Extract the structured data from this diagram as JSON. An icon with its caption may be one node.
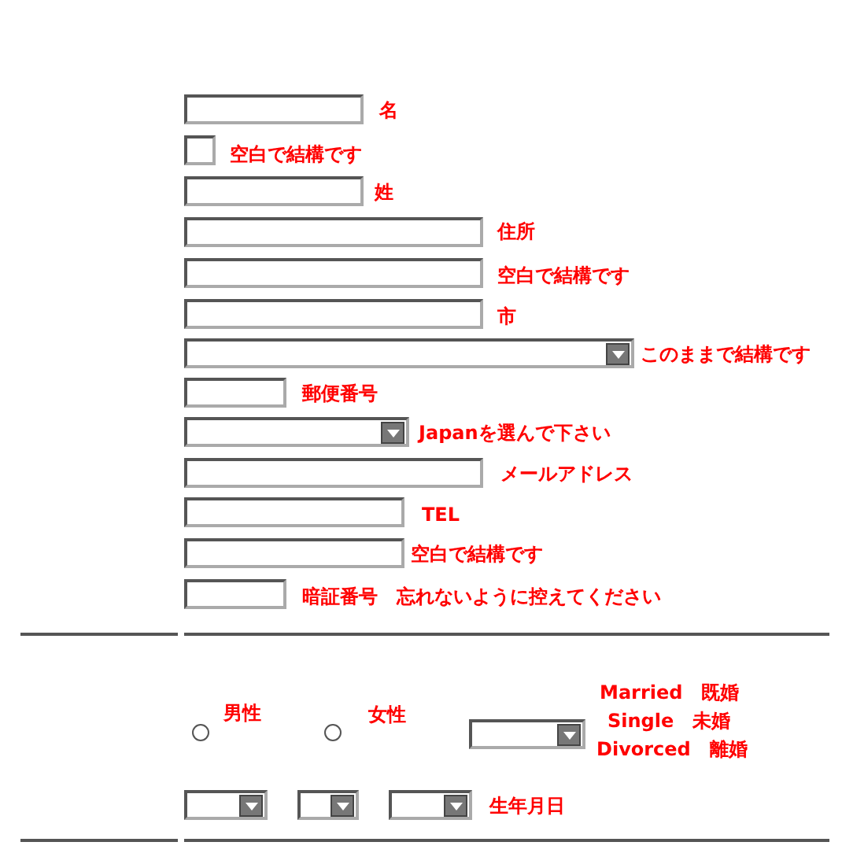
{
  "diagram": {
    "labels": [
      "名",
      "空白で結構です",
      "姓",
      "住所",
      "空白で結構です",
      "市",
      "このままで結構です",
      "郵便番号",
      "Japanを選んで下さい",
      "メールアドレス",
      "TEL",
      "空白で結構です",
      "暗証番号　忘れないように控えてください",
      "男性",
      "女性",
      "Married　既婚",
      "Single　未婚",
      "Divorced　離婚",
      "生年月日"
    ]
  }
}
